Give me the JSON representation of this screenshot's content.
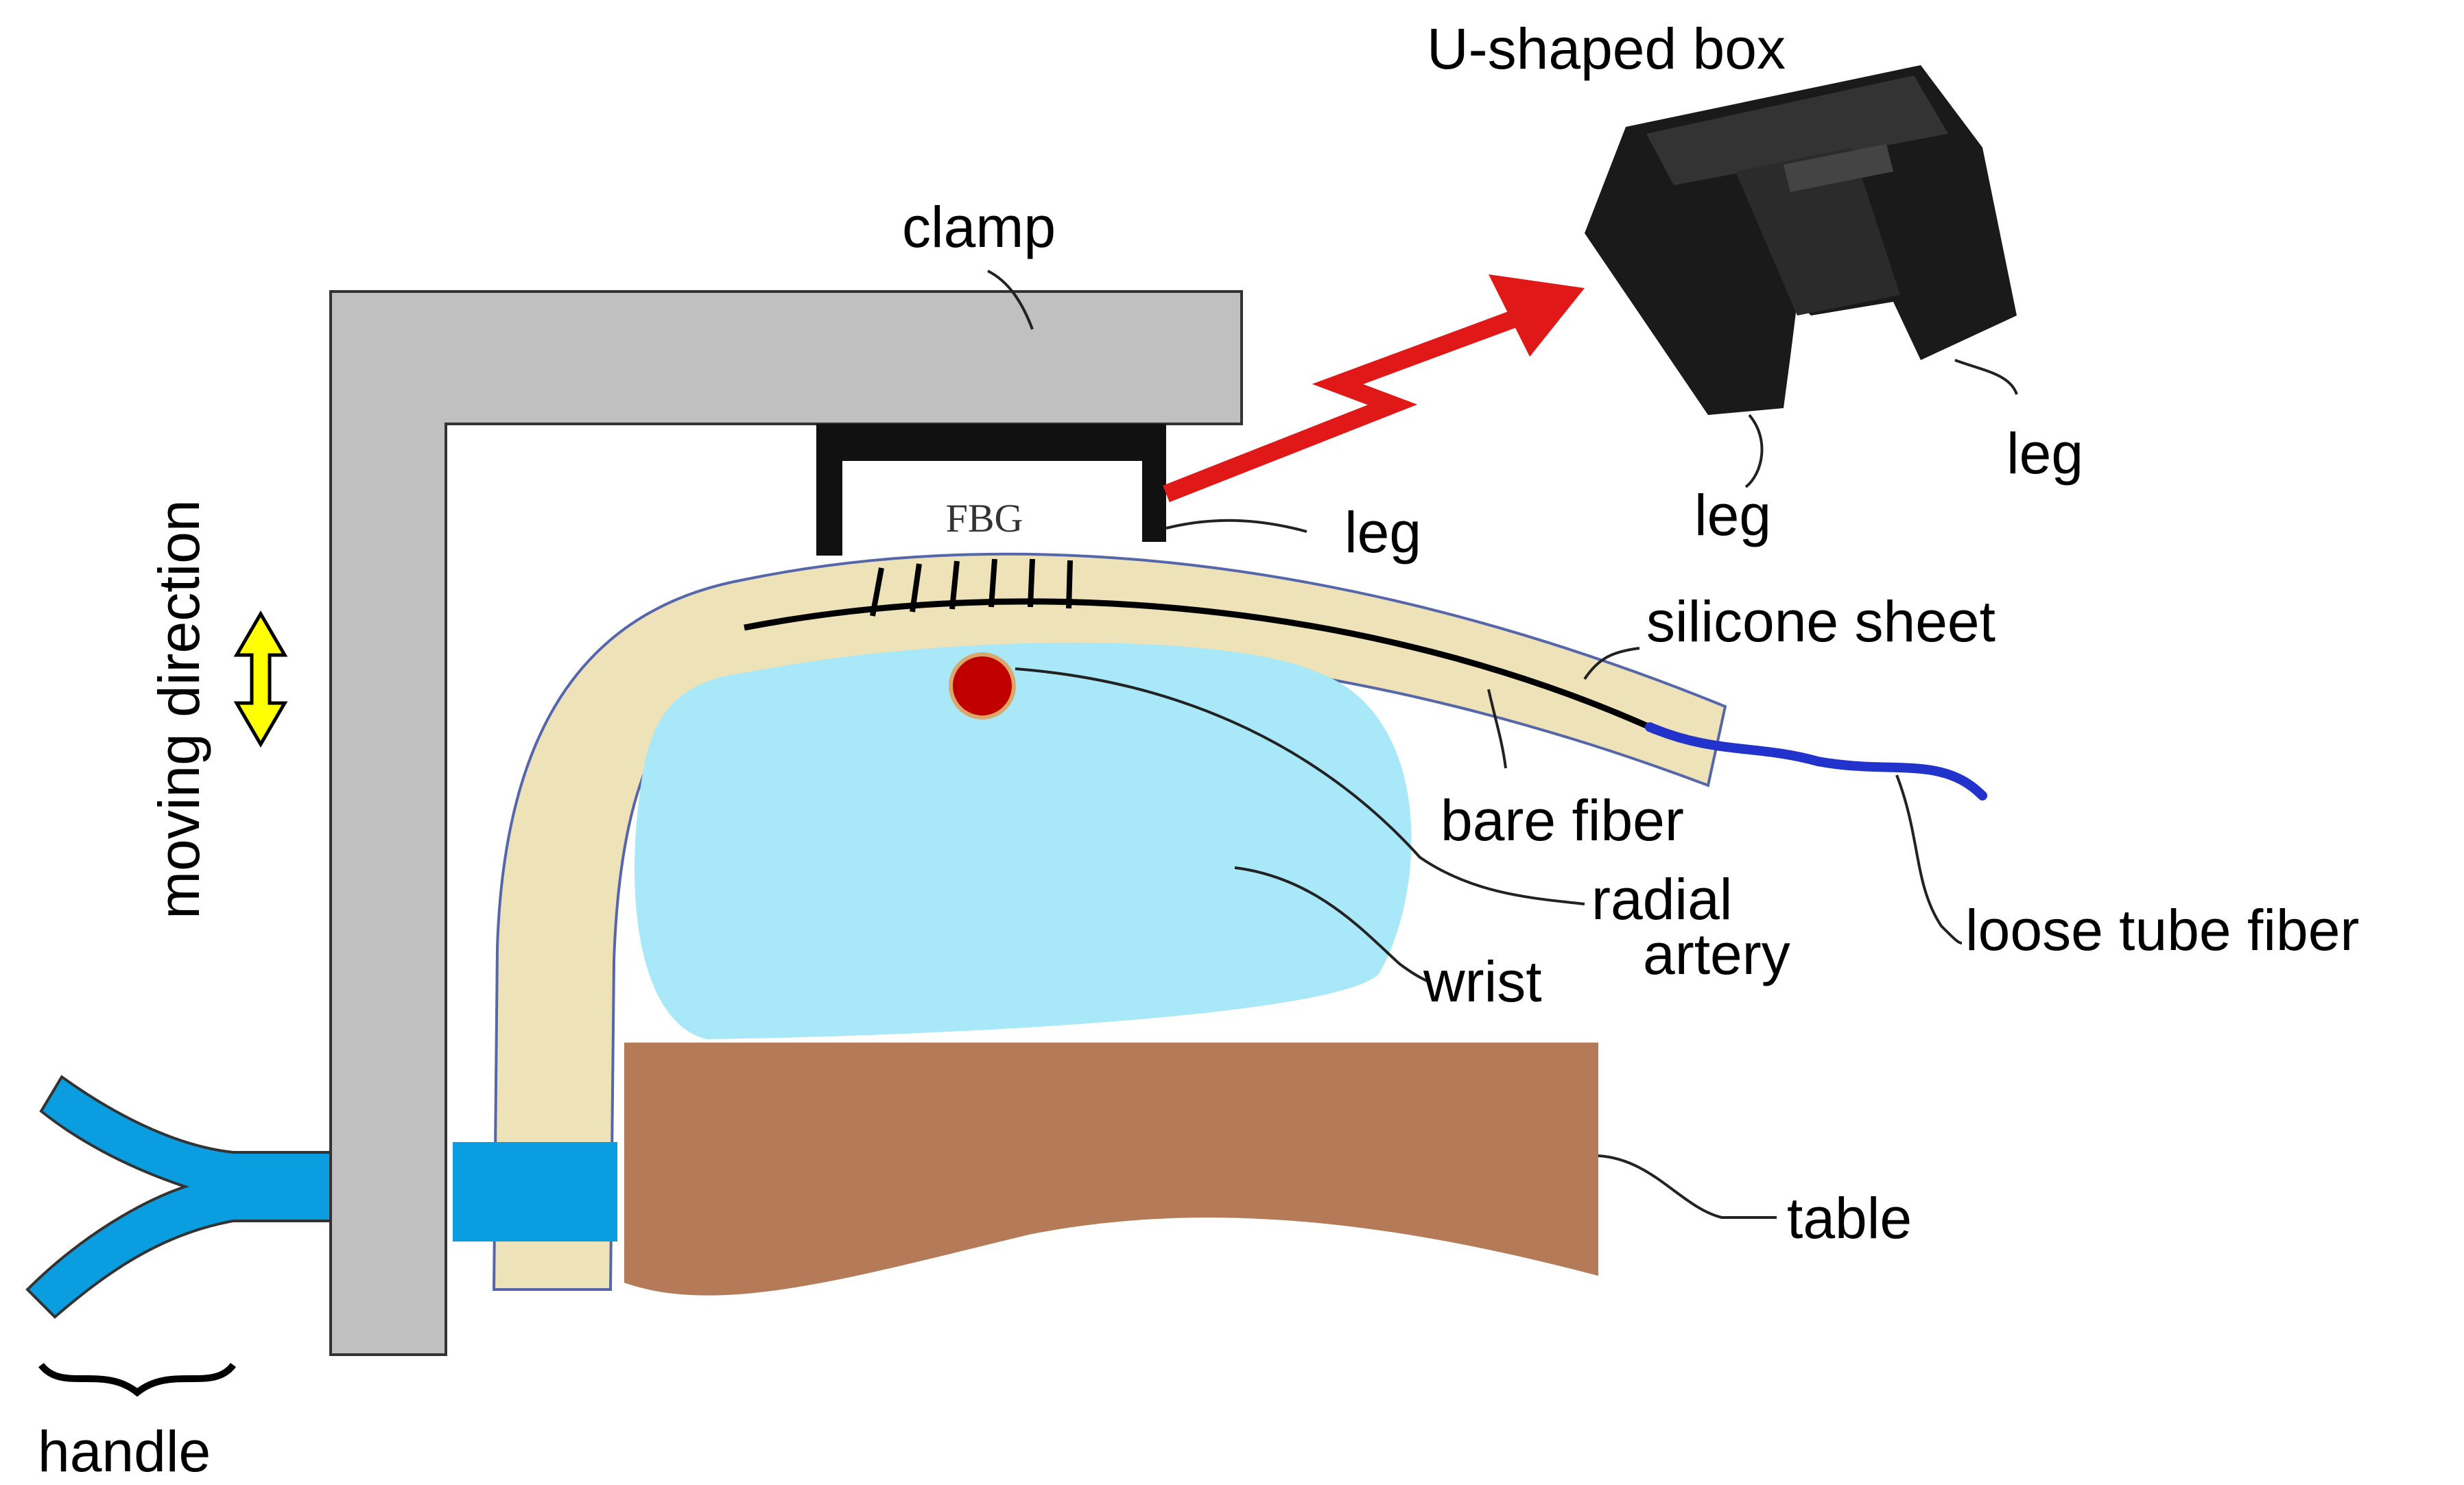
{
  "labels": {
    "clamp": "clamp",
    "u_shaped_box": "U-shaped box",
    "fbg": "FBG",
    "leg_front": "leg",
    "leg_box_left": "leg",
    "leg_box_right": "leg",
    "silicone_sheet": "silicone sheet",
    "bare_fiber": "bare fiber",
    "radial": "radial",
    "artery": "artery",
    "wrist": "wrist",
    "loose_tube_fiber": "loose tube fiber",
    "moving_direction": "moving direction",
    "table": "table",
    "handle": "handle"
  },
  "colors": {
    "clamp": "#c0c0c0",
    "clamp_outline": "#333333",
    "box_frame": "#111111",
    "silicone_sheet": "#eee2b8",
    "silicone_outline": "#5566aa",
    "fiber": "#000000",
    "loose_tube_fiber": "#2233cc",
    "wrist": "#a8e8f8",
    "artery": "#c00000",
    "table": "#b57a57",
    "handle": "#0a9de0",
    "arrow_red": "#e01818",
    "arrow_yellow": "#ffff00",
    "photo_box": "#1a1a1a"
  }
}
